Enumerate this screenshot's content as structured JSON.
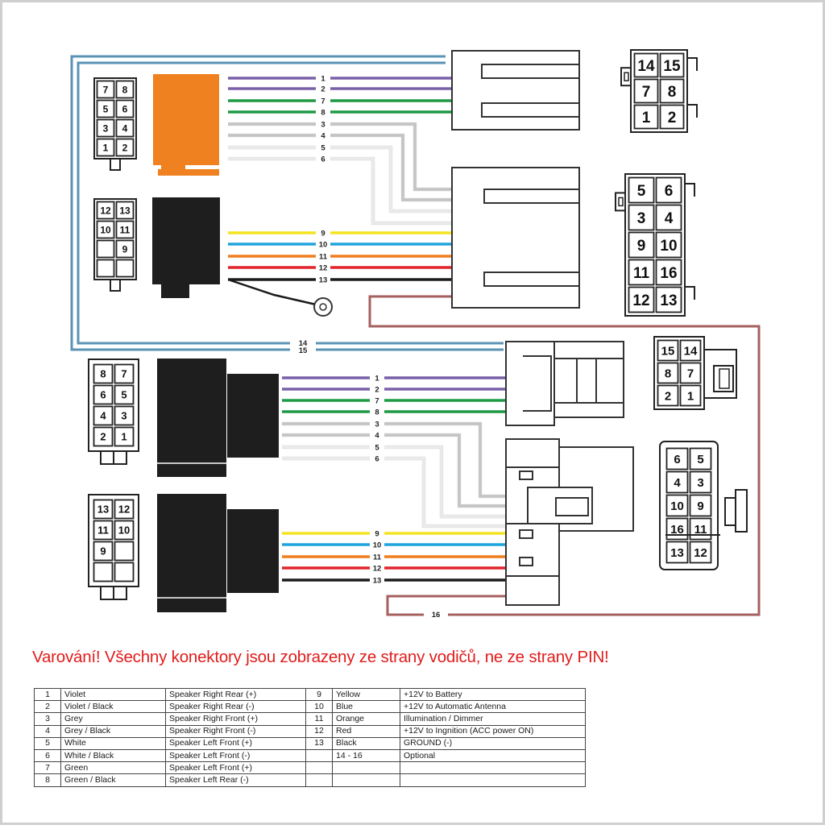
{
  "colors": {
    "violet": "#7a60a8",
    "green": "#1e9a45",
    "grey": "#c4c4c4",
    "white": "#eaeaea",
    "yellow": "#f4e321",
    "blue": "#1fa3dd",
    "orange": "#f07f1e",
    "red": "#e2252b",
    "black": "#1b1b1b",
    "loop_blue": "#5b93b3",
    "loop_brown": "#a5605f",
    "warning": "#e21b1b",
    "orange_block": "#ef8120"
  },
  "warning": "Varování! Všechny konektory jsou zobrazeny ze strany vodičů, ne ze strany PIN!",
  "upper": {
    "wires": [
      {
        "id": "1",
        "color": "violet"
      },
      {
        "id": "2",
        "color": "violet"
      },
      {
        "id": "7",
        "color": "green"
      },
      {
        "id": "8",
        "color": "green"
      },
      {
        "id": "3",
        "color": "grey"
      },
      {
        "id": "4",
        "color": "grey"
      },
      {
        "id": "5",
        "color": "white"
      },
      {
        "id": "6",
        "color": "white"
      },
      {
        "id": "9",
        "color": "yellow"
      },
      {
        "id": "10",
        "color": "blue"
      },
      {
        "id": "11",
        "color": "orange"
      },
      {
        "id": "12",
        "color": "red"
      },
      {
        "id": "13",
        "color": "black"
      }
    ],
    "loop_labels": [
      "14",
      "15"
    ],
    "left_connector_a": [
      [
        "7",
        "8"
      ],
      [
        "5",
        "6"
      ],
      [
        "3",
        "4"
      ],
      [
        "1",
        "2"
      ]
    ],
    "left_connector_b": [
      [
        "12",
        "13"
      ],
      [
        "10",
        "11"
      ],
      [
        "",
        "9"
      ],
      [
        "",
        ""
      ]
    ],
    "right_connector_a": [
      [
        "14",
        "15"
      ],
      [
        "7",
        "8"
      ],
      [
        "1",
        "2"
      ]
    ],
    "right_connector_b": [
      [
        "5",
        "6"
      ],
      [
        "3",
        "4"
      ],
      [
        "9",
        "10"
      ],
      [
        "11",
        "16"
      ],
      [
        "12",
        "13"
      ]
    ]
  },
  "lower": {
    "wires": [
      {
        "id": "1",
        "color": "violet"
      },
      {
        "id": "2",
        "color": "violet"
      },
      {
        "id": "7",
        "color": "green"
      },
      {
        "id": "8",
        "color": "green"
      },
      {
        "id": "3",
        "color": "grey"
      },
      {
        "id": "4",
        "color": "grey"
      },
      {
        "id": "5",
        "color": "white"
      },
      {
        "id": "6",
        "color": "white"
      },
      {
        "id": "9",
        "color": "yellow"
      },
      {
        "id": "10",
        "color": "blue"
      },
      {
        "id": "11",
        "color": "orange"
      },
      {
        "id": "12",
        "color": "red"
      },
      {
        "id": "13",
        "color": "black"
      }
    ],
    "loop_label": "16",
    "left_connector_a": [
      [
        "8",
        "7"
      ],
      [
        "6",
        "5"
      ],
      [
        "4",
        "3"
      ],
      [
        "2",
        "1"
      ]
    ],
    "left_connector_b": [
      [
        "13",
        "12"
      ],
      [
        "11",
        "10"
      ],
      [
        "9",
        ""
      ],
      [
        "",
        ""
      ]
    ],
    "right_connector_a": [
      [
        "15",
        "14"
      ],
      [
        "8",
        "7"
      ],
      [
        "2",
        "1"
      ]
    ],
    "right_connector_b": [
      [
        "6",
        "5"
      ],
      [
        "4",
        "3"
      ],
      [
        "10",
        "9"
      ],
      [
        "16",
        "11"
      ],
      [
        "13",
        "12"
      ]
    ]
  },
  "table": {
    "rows": [
      [
        "1",
        "Violet",
        "Speaker Right Rear (+)",
        "9",
        "Yellow",
        "+12V to Battery"
      ],
      [
        "2",
        "Violet / Black",
        "Speaker Right Rear (-)",
        "10",
        "Blue",
        "+12V to Automatic Antenna"
      ],
      [
        "3",
        "Grey",
        "Speaker Right Front (+)",
        "11",
        "Orange",
        "Illumination / Dimmer"
      ],
      [
        "4",
        "Grey / Black",
        "Speaker Right Front (-)",
        "12",
        "Red",
        "+12V to Ingnition (ACC power ON)"
      ],
      [
        "5",
        "White",
        "Speaker Left Front (+)",
        "13",
        "Black",
        "GROUND (-)"
      ],
      [
        "6",
        "White / Black",
        "Speaker Left Front (-)",
        "",
        "14 - 16",
        "Optional"
      ],
      [
        "7",
        "Green",
        "Speaker Left Front (+)",
        "",
        "",
        ""
      ],
      [
        "8",
        "Green / Black",
        "Speaker Left Rear (-)",
        "",
        "",
        ""
      ]
    ]
  }
}
